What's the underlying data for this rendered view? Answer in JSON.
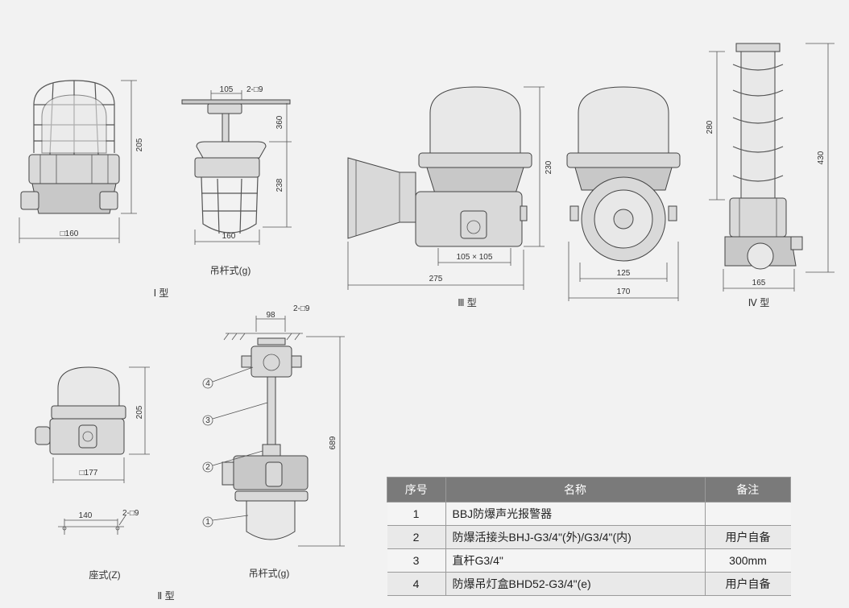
{
  "labels": {
    "type1": "Ⅰ 型",
    "type2": "Ⅱ 型",
    "type3": "Ⅲ 型",
    "type4": "Ⅳ 型",
    "pendant_g1": "吊杆式(g)",
    "pendant_g2": "吊杆式(g)",
    "seat_z": "座式(Z)"
  },
  "dimensions": {
    "t1_height": "205",
    "t1_width": "□160",
    "pg_105": "105",
    "pg_holes": "2-□9",
    "pg_360": "360",
    "pg_238": "238",
    "pg_160": "160",
    "t3_230": "230",
    "t3_base": "105 × 105",
    "t3_275": "275",
    "t3_125": "125",
    "t3_170": "170",
    "t4_280": "280",
    "t4_430": "430",
    "t4_165": "165",
    "z_205": "205",
    "z_177": "□177",
    "z_140": "140",
    "z_holes": "2-□9",
    "g2_98": "98",
    "g2_holes": "2-□9",
    "g2_689": "689"
  },
  "callouts": [
    "①",
    "②",
    "③",
    "④"
  ],
  "callout_numbers": [
    "1",
    "2",
    "3",
    "4"
  ],
  "table": {
    "headers": [
      "序号",
      "名称",
      "备注"
    ],
    "rows": [
      {
        "no": "1",
        "name": "BBJ防爆声光报警器",
        "remark": ""
      },
      {
        "no": "2",
        "name": "防爆活接头BHJ-G3/4\"(外)/G3/4\"(内)",
        "remark": "用户自备"
      },
      {
        "no": "3",
        "name": "直杆G3/4\"",
        "remark": "300mm"
      },
      {
        "no": "4",
        "name": "防爆吊灯盒BHD52-G3/4\"(e)",
        "remark": "用户自备"
      }
    ]
  }
}
